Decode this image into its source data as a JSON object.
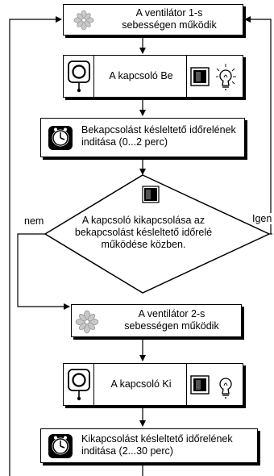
{
  "steps": {
    "fan1": {
      "line1": "A ventilátor 1-s",
      "line2": "sebességen működik",
      "icon": "fan-icon"
    },
    "switch_on": {
      "label": "A kapcsoló Be",
      "icon_left": "timer-switch-icon",
      "icon_right": "switch-lamp-on-icon"
    },
    "timer_on": {
      "line1": "Bekapcsolást késleltető időrelének",
      "line2": "inditása (0...2 perc)",
      "icon": "clock-icon"
    },
    "decision": {
      "line1": "A kapcsoló kikapcsolása az",
      "line2": "bekapcsolást késleltető időrelé",
      "line3": "működése közben.",
      "icon": "switch-icon"
    },
    "fan2": {
      "line1": "A ventilátor 2-s",
      "line2": "sebességen működik",
      "icon": "fan-icon"
    },
    "switch_off": {
      "label": "A kapcsoló Ki",
      "icon_left": "timer-switch-icon",
      "icon_right": "switch-lamp-off-icon"
    },
    "timer_off": {
      "line1": "Kikapcsolást késleltető időrelének",
      "line2": "inditása (2...30 perc)",
      "icon": "clock-icon"
    }
  },
  "branches": {
    "no": "nem",
    "yes": "Igen"
  }
}
